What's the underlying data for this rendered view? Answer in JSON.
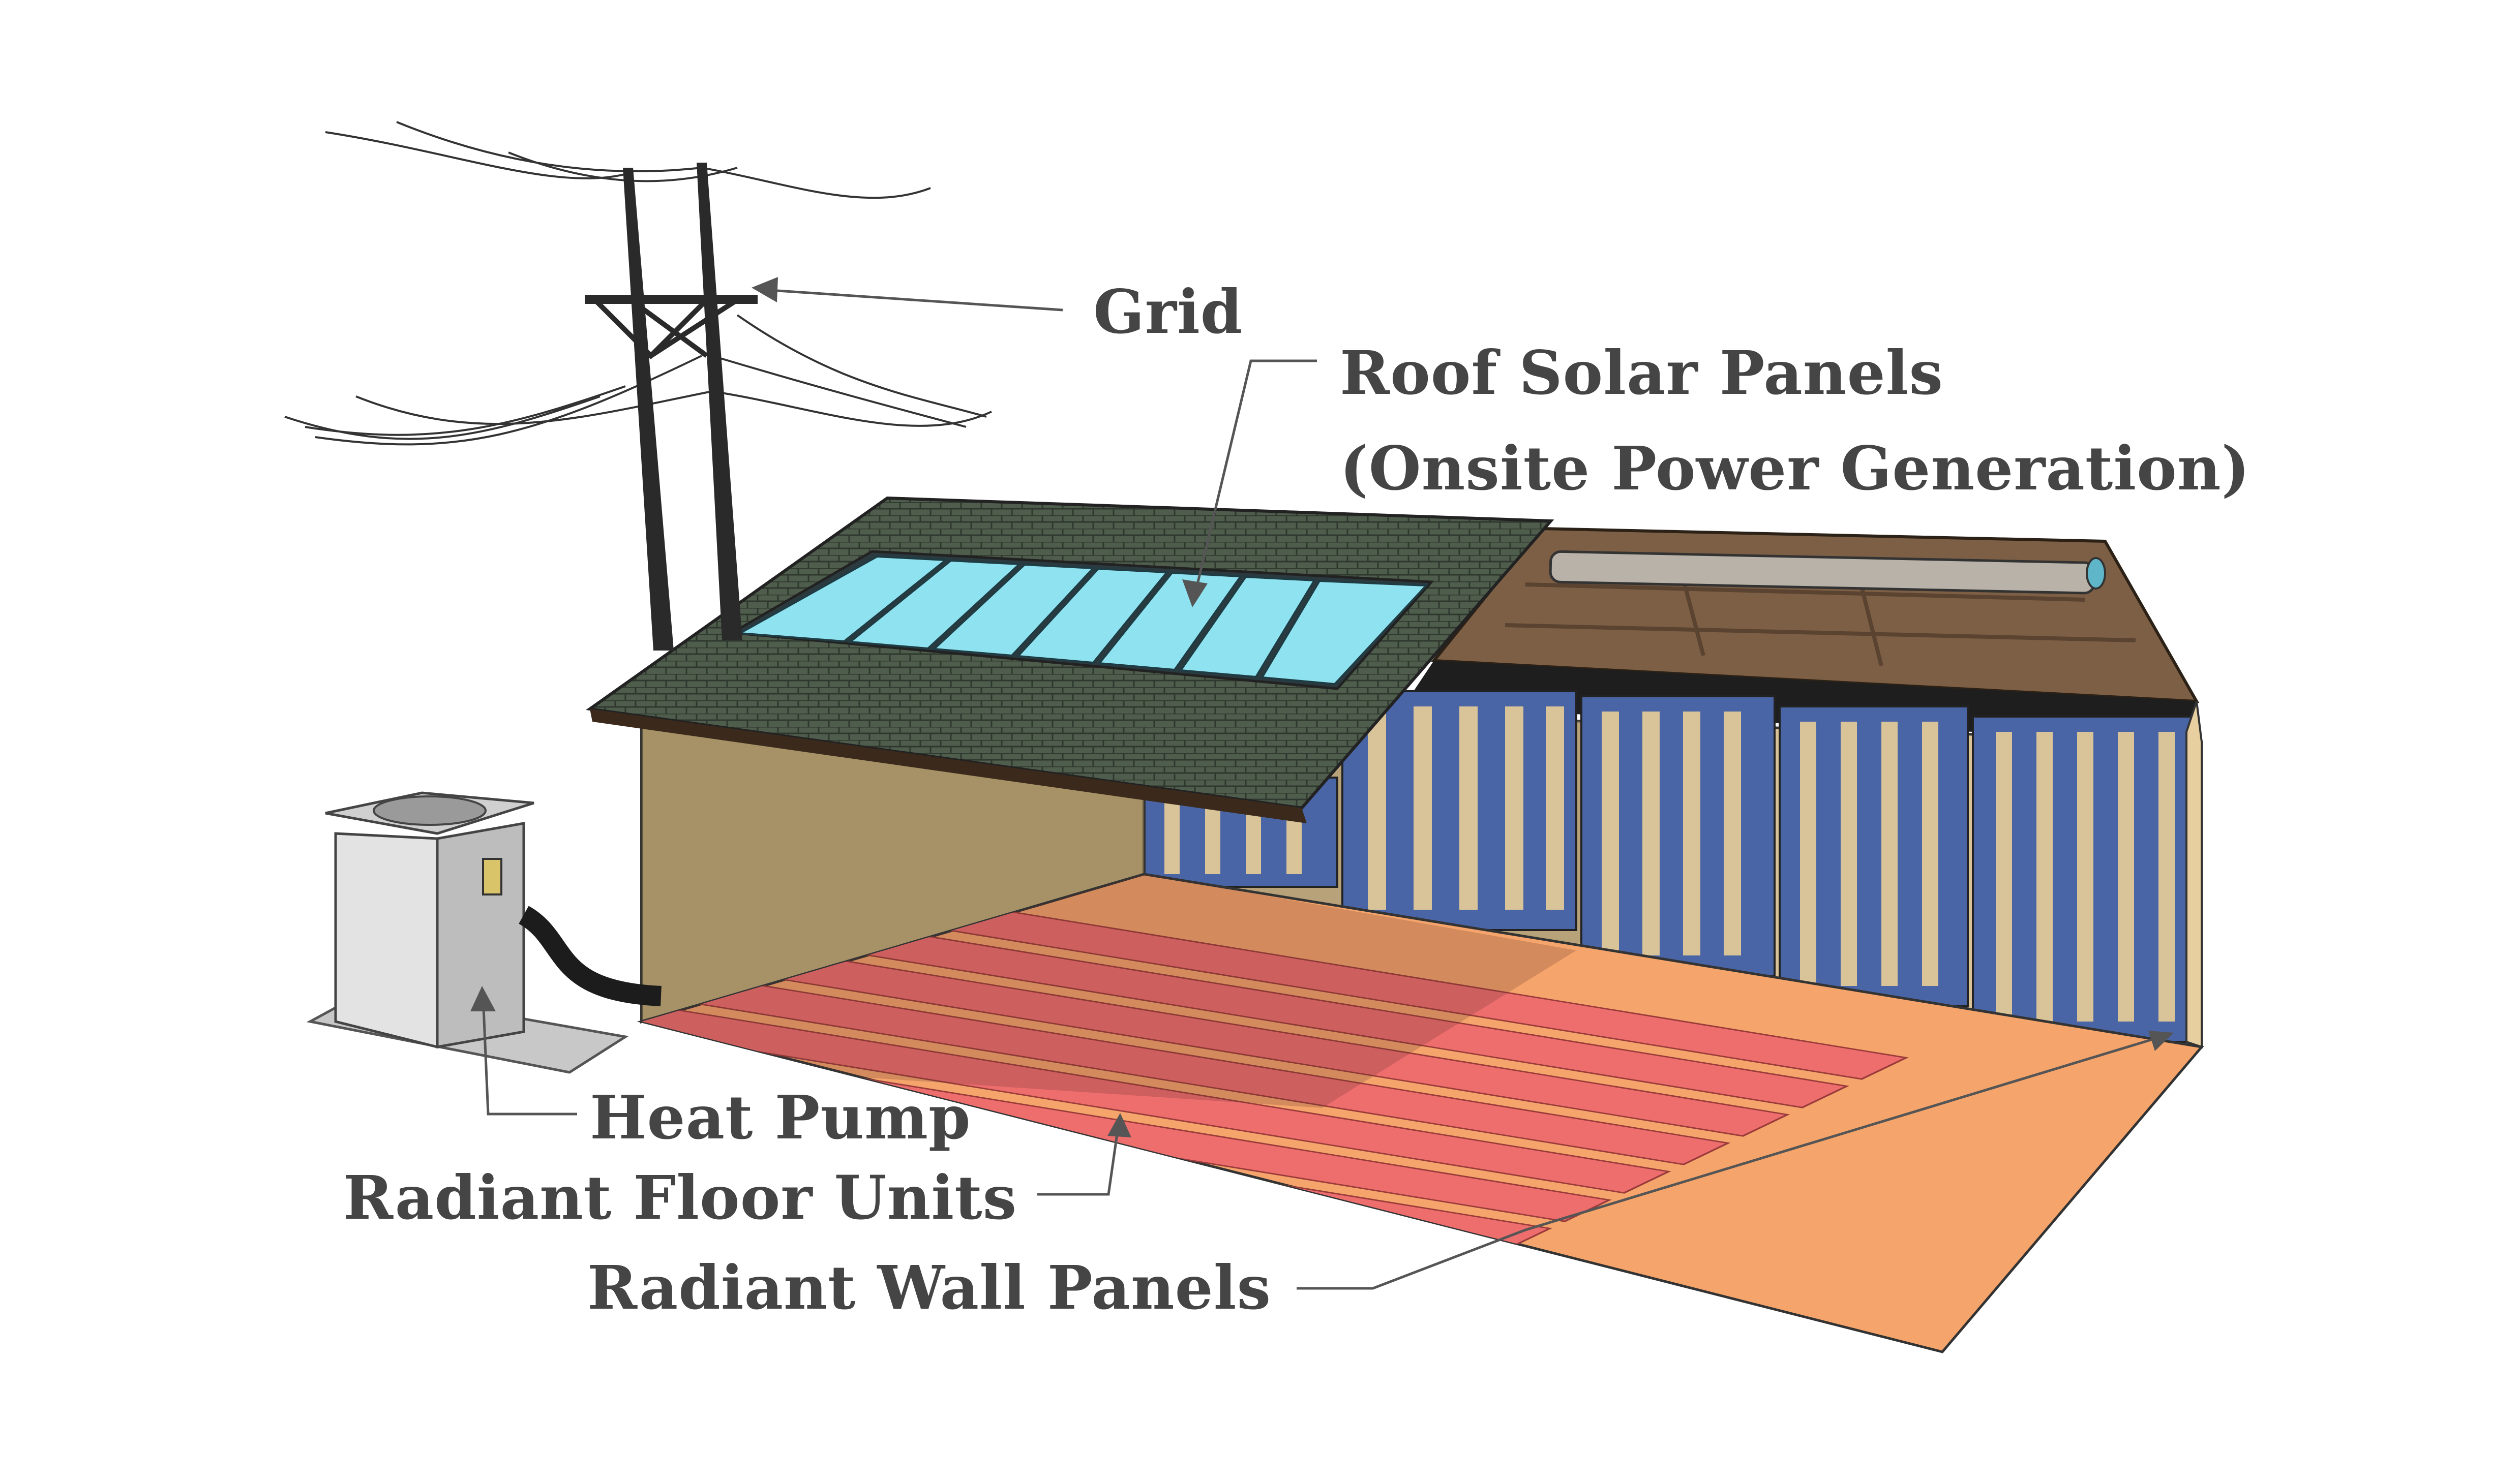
{
  "labels": {
    "grid": "Grid",
    "roof_solar": "Roof Solar Panels",
    "onsite_generation": "(Onsite Power Generation)",
    "heat_pump": "Heat Pump",
    "radiant_floor": "Radiant Floor Units",
    "radiant_wall": "Radiant Wall Panels"
  },
  "colors": {
    "label_text": "#454545",
    "leader_line": "#555555",
    "roof_shingles": "#4f5d4c",
    "solar_panel": "#8fe3f0",
    "wall_beige": "#c9b68c",
    "wall_blue": "#4a65a6",
    "floor_orange": "#f5a56b",
    "floor_coil_red": "#ee6d6d",
    "ceiling_brown": "#7d5f45",
    "heat_pump_gray": "#d8d8d8",
    "pylon": "#2a2a2a"
  }
}
